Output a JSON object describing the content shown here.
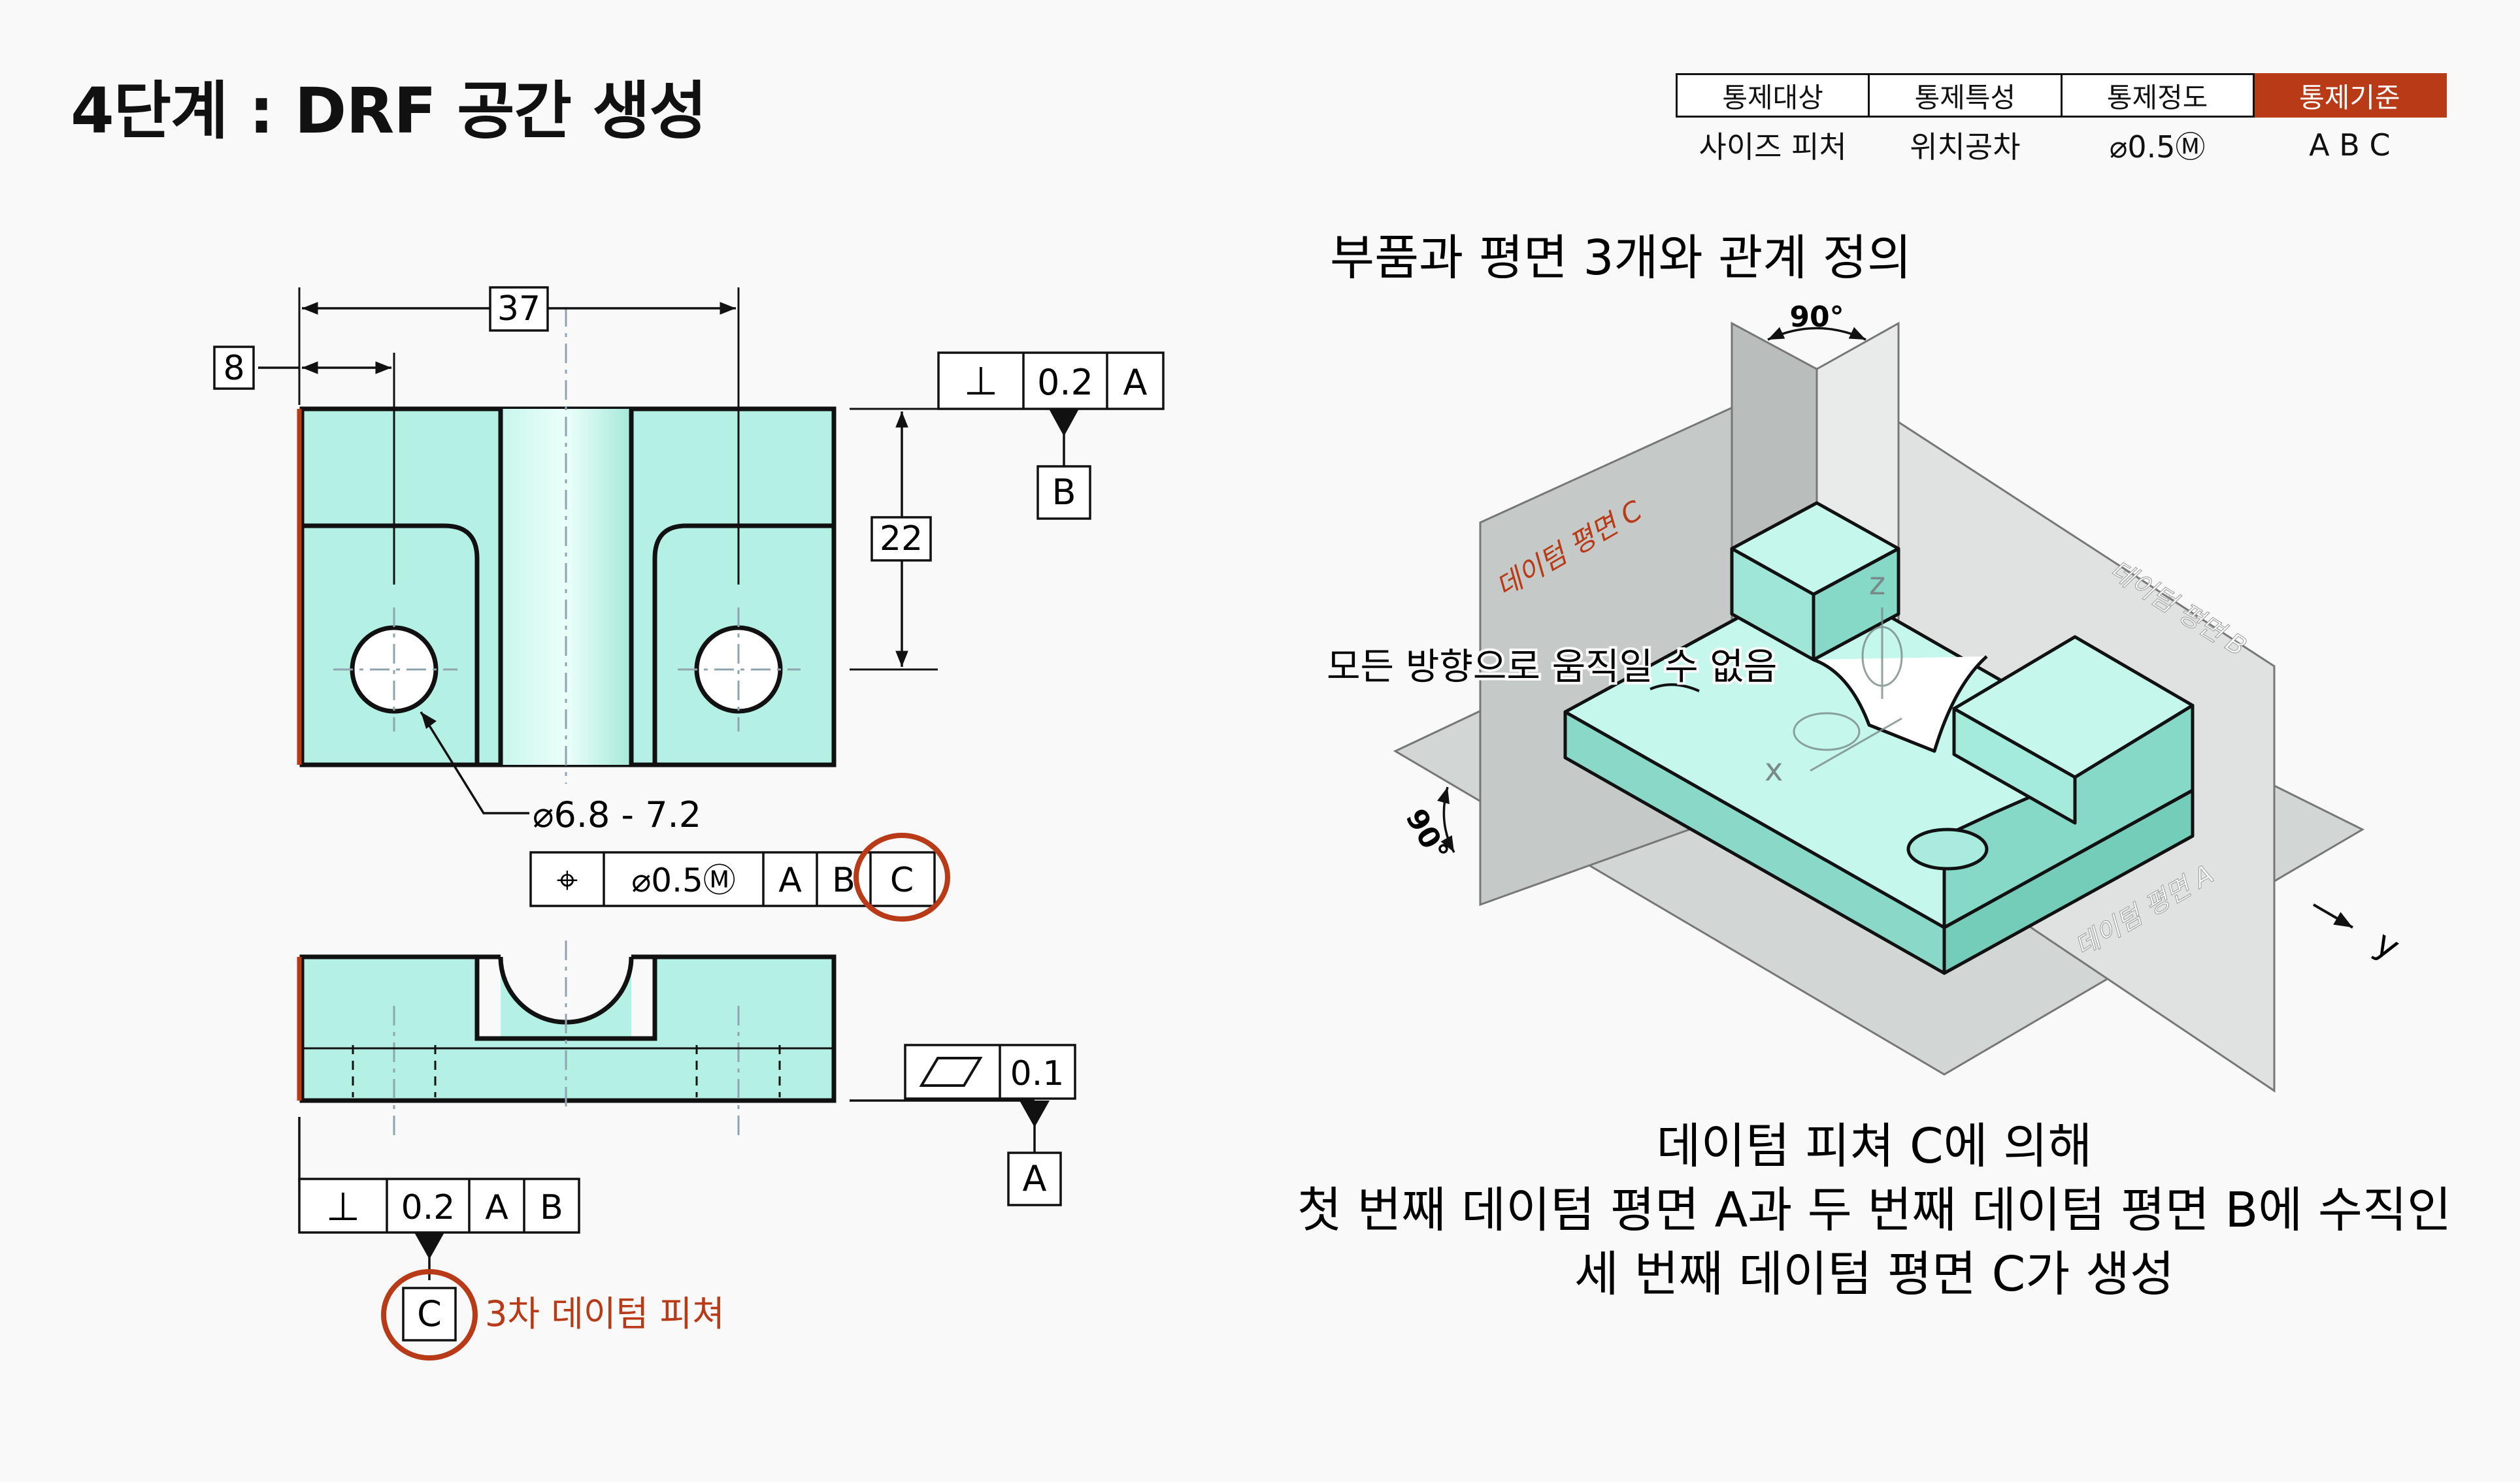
{
  "title": "4단계 : DRF 공간 생성",
  "control_table": {
    "headers": [
      "통제대상",
      "통제특성",
      "통제정도",
      "통제기준"
    ],
    "values": [
      "사이즈 피처",
      "위치공차",
      "⌀0.5Ⓜ",
      "A B C"
    ]
  },
  "left_drawing": {
    "dim_37": "37",
    "dim_8": "8",
    "dim_22": "22",
    "perp_symbol": "⊥",
    "perp_tol": "0.2",
    "perp_ref": "A",
    "datum_b": "B",
    "hole_size": "⌀6.8 - 7.2",
    "pos_symbol": "⌖",
    "pos_tol": "⌀0.5Ⓜ",
    "pos_ref_a": "A",
    "pos_ref_b": "B",
    "pos_ref_c": "C",
    "flat_tol": "0.1",
    "datum_a": "A",
    "perp2_symbol": "⊥",
    "perp2_tol": "0.2",
    "perp2_ref_a": "A",
    "perp2_ref_b": "B",
    "datum_c": "C",
    "tertiary_label": "3차 데이텀 피쳐"
  },
  "right_drawing": {
    "heading": "부품과 평면 3개와 관계 정의",
    "angle_top": "90°",
    "angle_left": "90°",
    "plane_c": "데이텀 평면 C",
    "plane_b": "데이텀 평면 B",
    "plane_a": "데이텀 평면 A",
    "no_motion": "모든 방향으로 움직일 수 없음",
    "axis_y": "y",
    "axis_x": "x",
    "axis_z": "z"
  },
  "caption": {
    "line1": "데이텀 피쳐 C에 의해",
    "line2": "첫 번째 데이텀 평면 A과 두 번째 데이텀 평면 B에 수직인",
    "line3": "세 번째 데이텀 평면 C가 생성"
  },
  "colors": {
    "part_fill": "#b4f1e4",
    "accent": "#b83a16",
    "plane_fill": "#c4c8c6"
  }
}
